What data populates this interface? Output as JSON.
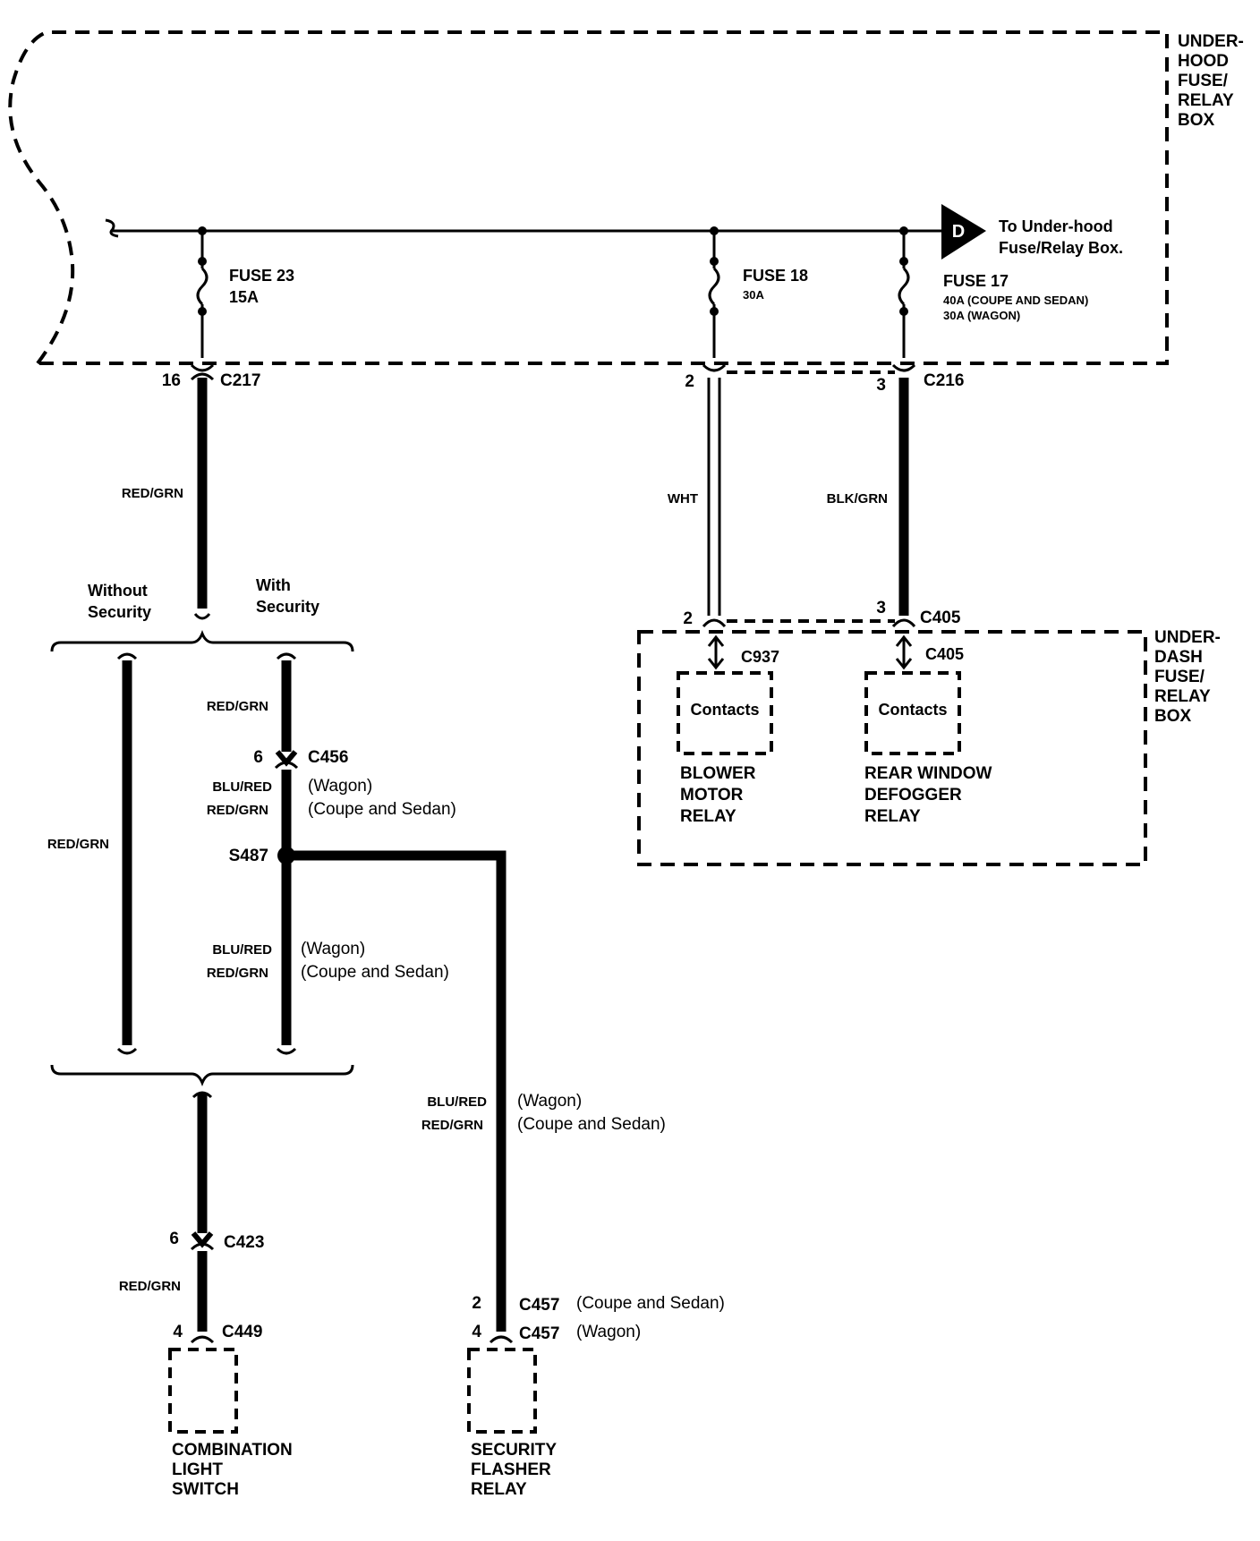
{
  "colors": {
    "ink": "#000000",
    "background": "#ffffff"
  },
  "underhood_box": {
    "title_lines": [
      "UNDER-",
      "HOOD",
      "FUSE/",
      "RELAY",
      "BOX"
    ]
  },
  "underdash_box": {
    "title_lines": [
      "UNDER-",
      "DASH",
      "FUSE/",
      "RELAY",
      "BOX"
    ]
  },
  "offpage": {
    "letter": "D",
    "note_lines": [
      "To Under-hood",
      "Fuse/Relay Box."
    ]
  },
  "fuses": [
    {
      "name": "FUSE 23",
      "rating": "15A"
    },
    {
      "name": "FUSE 18",
      "rating": "30A"
    },
    {
      "name": "FUSE 17",
      "ratings": [
        "40A (COUPE AND SEDAN)",
        "30A (WAGON)"
      ]
    }
  ],
  "connectors": {
    "c217": {
      "pin": "16",
      "name": "C217"
    },
    "c216a": {
      "pin": "2"
    },
    "c216b": {
      "pin": "3",
      "name": "C216"
    },
    "c405a": {
      "pin": "2"
    },
    "c405b": {
      "pin": "3",
      "name": "C405"
    },
    "c937": {
      "name": "C937"
    },
    "c405c": {
      "name": "C405"
    },
    "c456": {
      "pin": "6",
      "name": "C456"
    },
    "s487": {
      "name": "S487"
    },
    "c423": {
      "pin": "6",
      "name": "C423"
    },
    "c449": {
      "pin": "4",
      "name": "C449"
    },
    "c457a": {
      "pin": "2",
      "name": "C457",
      "variant": "(Coupe and Sedan)"
    },
    "c457b": {
      "pin": "4",
      "name": "C457",
      "variant": "(Wagon)"
    }
  },
  "wires": {
    "fuse23_out": "RED/GRN",
    "fuse18_out": "WHT",
    "fuse17_out": "BLK/GRN",
    "without_security": "RED/GRN",
    "with_security_top": "RED/GRN",
    "to_switch": "RED/GRN",
    "after_c456": {
      "wagon": "BLU/RED",
      "coupe_sedan": "RED/GRN"
    },
    "after_s487": {
      "wagon": "BLU/RED",
      "coupe_sedan": "RED/GRN"
    },
    "to_flasher": {
      "wagon": "BLU/RED",
      "coupe_sedan": "RED/GRN"
    }
  },
  "variants": {
    "wagon": "(Wagon)",
    "coupe_sedan": "(Coupe and Sedan)"
  },
  "options": {
    "without_lines": [
      "Without",
      "Security"
    ],
    "with_lines": [
      "With",
      "Security"
    ]
  },
  "components": {
    "blower_contacts": "Contacts",
    "defogger_contacts": "Contacts",
    "blower_relay_lines": [
      "BLOWER",
      "MOTOR",
      "RELAY"
    ],
    "defogger_relay_lines": [
      "REAR WINDOW",
      "DEFOGGER",
      "RELAY"
    ],
    "combination_switch_lines": [
      "COMBINATION",
      "LIGHT",
      "SWITCH"
    ],
    "flasher_relay_lines": [
      "SECURITY",
      "FLASHER",
      "RELAY"
    ]
  }
}
